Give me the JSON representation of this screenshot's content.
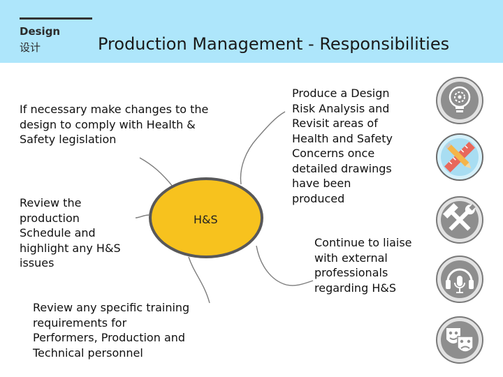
{
  "logo": {
    "name": "Design",
    "subtitle": "设计"
  },
  "title": "Production Management - Responsibilities",
  "hub": {
    "label": "H&S"
  },
  "branches": {
    "legislation": [
      "If necessary make changes to the",
      "design to comply with Health &",
      "Safety legislation"
    ],
    "schedule": [
      "Review the",
      "production",
      "Schedule and",
      "highlight any H&S",
      "issues"
    ],
    "training": [
      "Review any specific training",
      "requirements for",
      "Performers, Production and",
      "Technical personnel"
    ],
    "risk": [
      "Produce a Design",
      "Risk Analysis and",
      "Revisit areas of",
      "Health and Safety",
      "Concerns once",
      "detailed drawings",
      "have been",
      "produced"
    ],
    "liaise": [
      "Continue to liaise",
      "with external",
      "professionals",
      "regarding H&S"
    ]
  },
  "icons": [
    "lightbulb-gear-icon",
    "pencil-ruler-icon",
    "tools-icon",
    "microphone-headphones-icon",
    "theatre-masks-icon"
  ]
}
